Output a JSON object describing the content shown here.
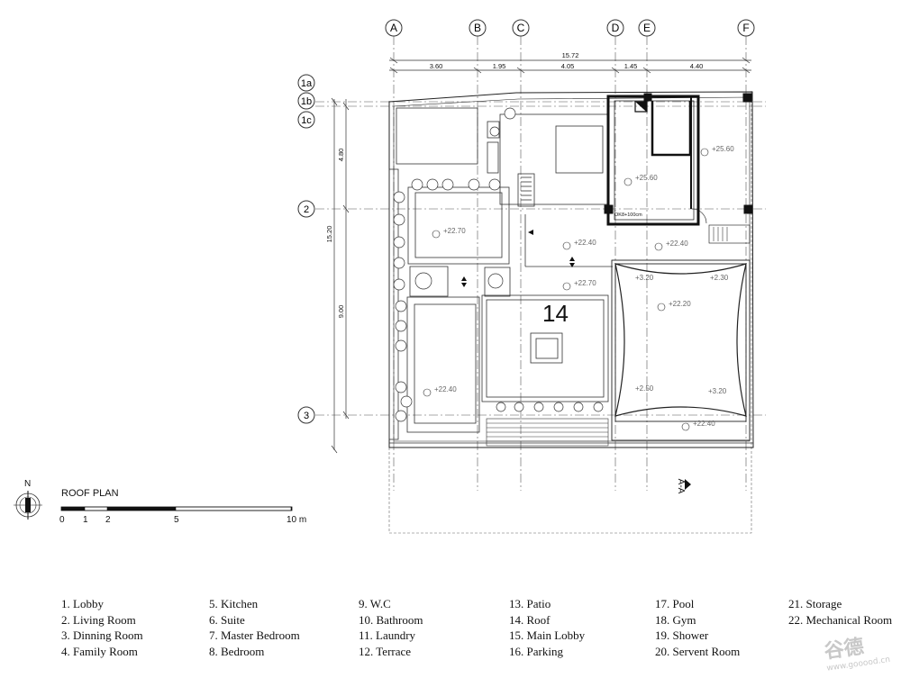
{
  "drawing": {
    "title": "ROOF PLAN",
    "north_label": "N",
    "section_marker": "A-A",
    "room_number": "14",
    "door_note": "OK8+100cm"
  },
  "grid": {
    "columns": [
      "A",
      "B",
      "C",
      "D",
      "E",
      "F"
    ],
    "rows": [
      "1a",
      "1b",
      "1c",
      "2",
      "3"
    ]
  },
  "dimensions": {
    "overall_width": "15.72",
    "column_spacings": [
      "3.60",
      "1.95",
      "4.05",
      "1.45",
      "4.40"
    ],
    "overall_depth": "15.20",
    "row_spacings": [
      "4.80",
      "9.00"
    ]
  },
  "levels": [
    "+25.60",
    "+25.60",
    "+22.70",
    "+22.40",
    "+22.40",
    "+22.70",
    "+22.20",
    "+22.40",
    "+22.40",
    "+3.20",
    "+2.50",
    "+2.30",
    "+3.20"
  ],
  "scale_bar": {
    "ticks": [
      "0",
      "1",
      "2",
      "5",
      "10 m"
    ]
  },
  "legend": [
    [
      "1. Lobby",
      "2. Living Room",
      "3. Dinning Room",
      "4. Family Room"
    ],
    [
      "5. Kitchen",
      "6. Suite",
      "7. Master Bedroom",
      "8. Bedroom"
    ],
    [
      "9. W.C",
      "10. Bathroom",
      "11. Laundry",
      "12. Terrace"
    ],
    [
      "13. Patio",
      "14. Roof",
      "15. Main Lobby",
      "16. Parking"
    ],
    [
      "17. Pool",
      "18. Gym",
      "19. Shower",
      "20. Servent Room"
    ],
    [
      "21. Storage",
      "22. Mechanical Room"
    ]
  ],
  "watermark": {
    "text": "谷德",
    "sub": "www.gooood.cn"
  }
}
